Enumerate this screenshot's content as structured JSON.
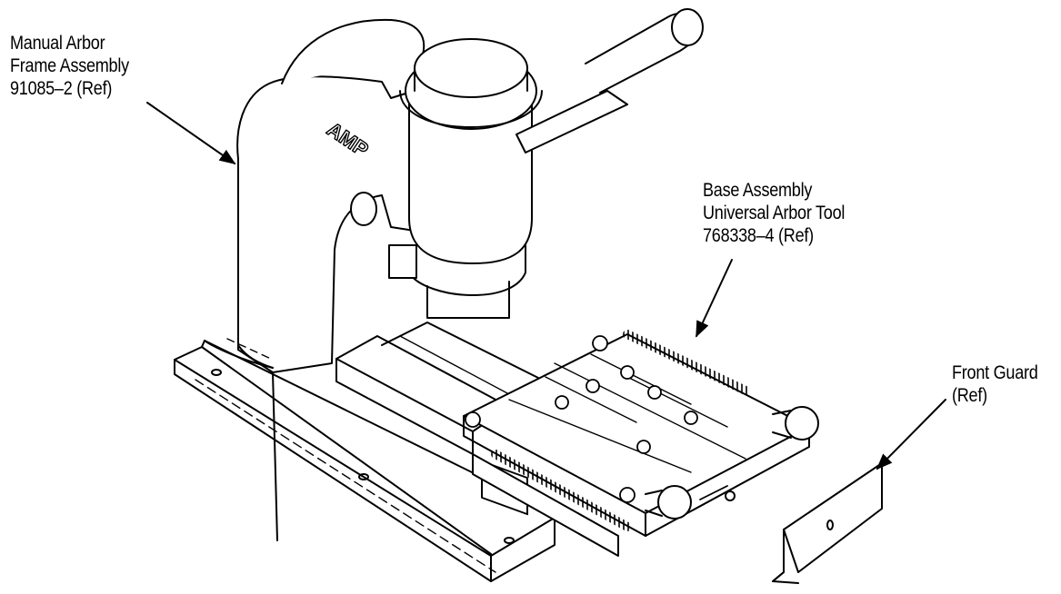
{
  "brand_logo_text": "AMP",
  "callouts": {
    "arbor_frame": [
      "Manual Arbor",
      "Frame Assembly",
      "91085–2 (Ref)"
    ],
    "base_assembly": [
      "Base Assembly",
      "Universal Arbor Tool",
      "768338–4 (Ref)"
    ],
    "front_guard": [
      "Front Guard",
      "(Ref)"
    ]
  },
  "colors": {
    "line": "#000000",
    "paper": "#ffffff"
  }
}
